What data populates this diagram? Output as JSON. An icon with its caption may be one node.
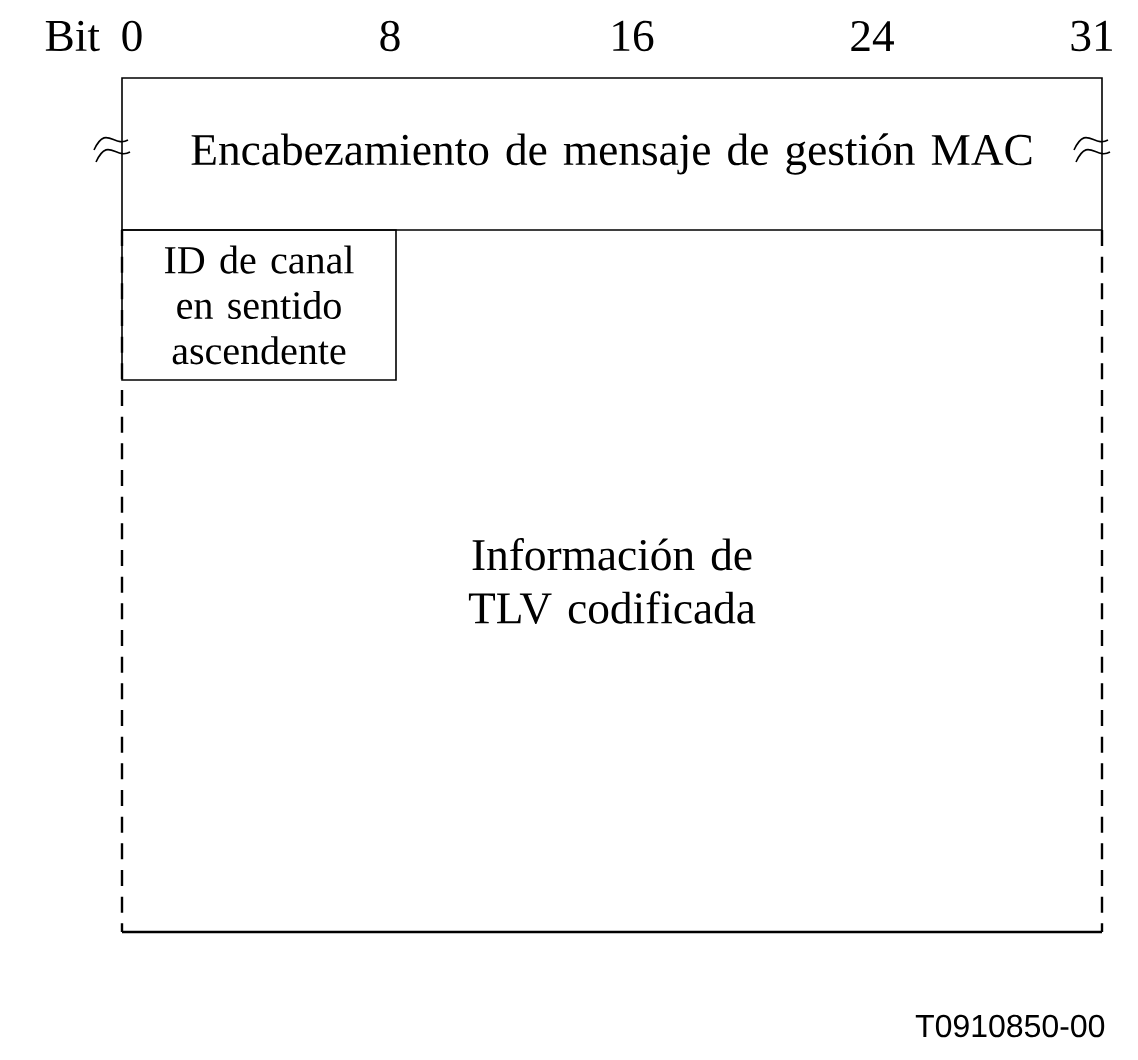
{
  "diagram": {
    "nodes": [
      {
        "text": [
          "Encabezamiento de mensaje de gestión MAC"
        ]
      },
      {
        "text": [
          "Información de TLV codificada"
        ]
      },
      {
        "text": [
          "ID de canal en sentido ascendente"
        ],
        "in": 1
      }
    ],
    "labels": [
      "Bit",
      "0",
      "8",
      "16",
      "24",
      "31",
      "T0910850-00"
    ]
  }
}
